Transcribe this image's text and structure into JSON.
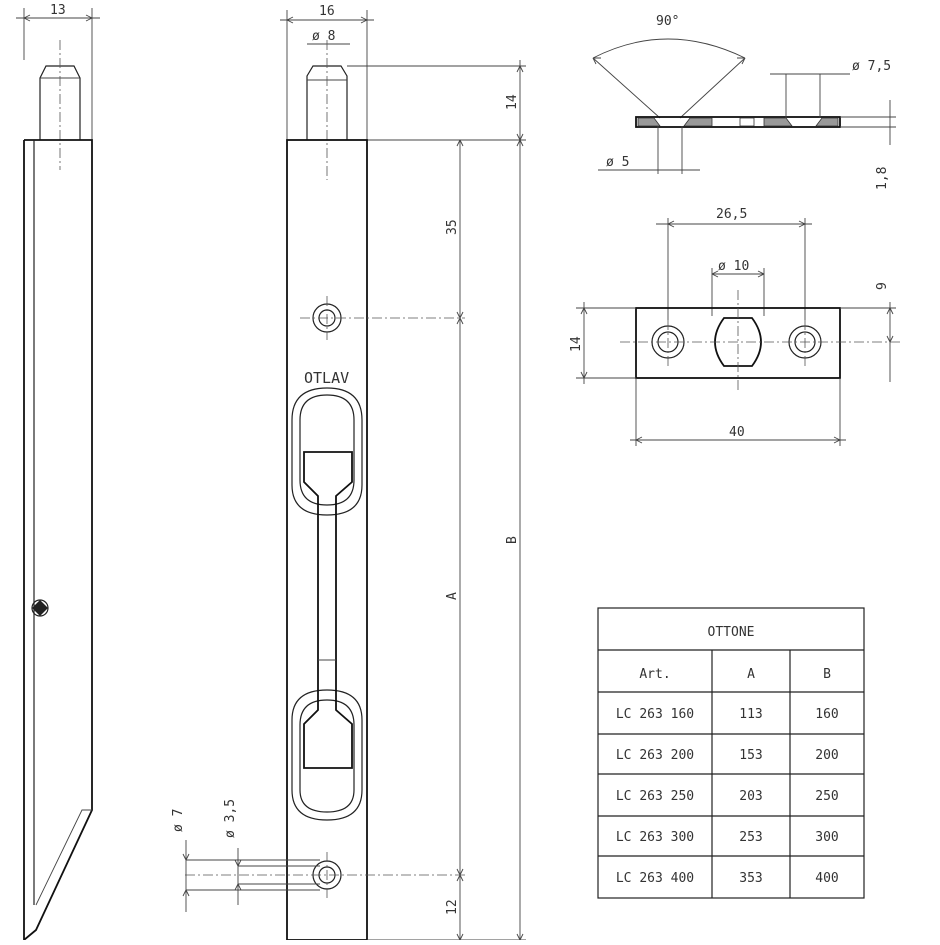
{
  "dimensions": {
    "side_width": "13",
    "front_width": "16",
    "pin_diameter": "ø 8",
    "pin_height": "14",
    "hole_spacing_top": "35",
    "total_length": "B",
    "hole_spacing": "A",
    "bottom_offset": "12",
    "screw_hole_outer": "ø 7",
    "screw_hole_inner": "ø 3,5"
  },
  "brand_mark": "OTLAV",
  "keeper": {
    "countersink_angle": "90°",
    "countersink_diameter": "ø 7,5",
    "hole_diameter": "ø 5",
    "thickness": "1,8",
    "hole_spacing": "26,5",
    "slot_diameter": "ø 10",
    "height": "14",
    "center_offset": "9",
    "length": "40"
  },
  "table": {
    "title": "OTTONE",
    "headers": [
      "Art.",
      "A",
      "B"
    ],
    "rows": [
      [
        "LC 263 160",
        "113",
        "160"
      ],
      [
        "LC 263 200",
        "153",
        "200"
      ],
      [
        "LC 263 250",
        "203",
        "250"
      ],
      [
        "LC 263 300",
        "253",
        "300"
      ],
      [
        "LC 263 400",
        "353",
        "400"
      ]
    ]
  }
}
